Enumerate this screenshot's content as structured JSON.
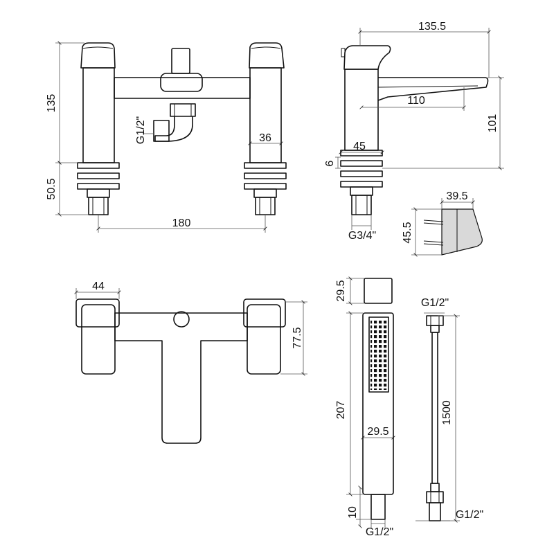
{
  "dimensions": {
    "front_height": "135",
    "front_base_height": "50.5",
    "inlet_thread": "G1/2\"",
    "leg_width": "36",
    "centres": "180",
    "side_length": "135.5",
    "spout_reach": "110",
    "side_height": "101",
    "collar_width": "45",
    "collar_height": "6",
    "tail_thread": "G3/4\"",
    "bracket_width": "39.5",
    "bracket_height": "45.5",
    "handle_width": "44",
    "top_depth": "77.5",
    "head_cap": "29.5",
    "head_length": "207",
    "head_width": "29.5",
    "head_tail": "10",
    "head_thread": "G1/2\"",
    "hose_top_thread": "G1/2\"",
    "hose_length": "1500",
    "hose_bottom_thread": "G1/2\""
  }
}
